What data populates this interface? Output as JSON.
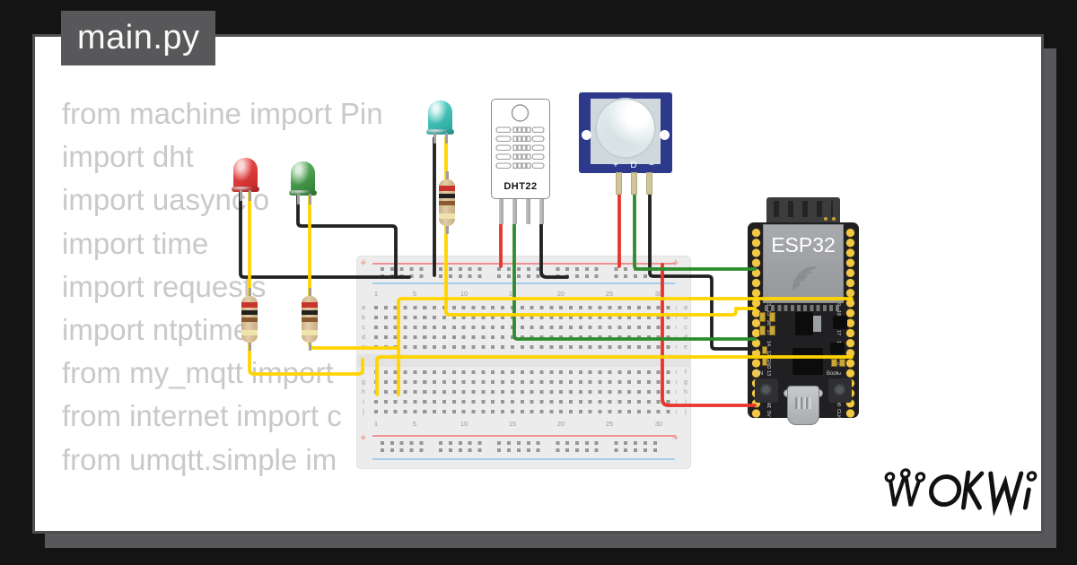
{
  "window": {
    "tab_label": "main.py"
  },
  "code": {
    "lines": [
      "from machine import Pin",
      "import dht",
      "import uasyncio",
      "import time",
      "import requests",
      "import ntptime",
      "from my_mqtt import",
      "from internet import c",
      "from umqtt.simple im"
    ]
  },
  "breadboard": {
    "plus_label": "+",
    "column_numbers": [
      "1",
      "5",
      "10",
      "15",
      "20",
      "25",
      "30"
    ],
    "row_letters_top": [
      "a",
      "b",
      "c",
      "d",
      "e"
    ],
    "row_letters_bottom": [
      "f",
      "g",
      "h",
      "i",
      "j"
    ]
  },
  "components": {
    "dht22": {
      "label": "DHT22"
    },
    "pir": {
      "pin_labels": [
        "+",
        "D",
        "−"
      ]
    },
    "esp32": {
      "label": "ESP32",
      "en_button_label": "EN",
      "boot_button_label": "Boot",
      "left_pin_labels": [
        "3V3",
        "EN",
        "VP",
        "VN",
        "34",
        "35",
        "32",
        "33",
        "25",
        "26",
        "27",
        "14",
        "12",
        "GND",
        "13",
        "D2",
        "D3",
        "CMD",
        "5V"
      ],
      "right_pin_labels": [
        "GND",
        "23",
        "22",
        "TX",
        "RX",
        "21",
        "GND",
        "19",
        "18",
        "5",
        "17",
        "16",
        "4",
        "0",
        "2",
        "15",
        "D1",
        "D0",
        "CLK"
      ]
    },
    "leds": [
      {
        "name": "red-led",
        "color": "#e53935"
      },
      {
        "name": "green-led",
        "color": "#4caf50"
      },
      {
        "name": "cyan-led",
        "color": "#4dd0cf"
      }
    ]
  },
  "logo": {
    "text": "WOKWI"
  },
  "colors": {
    "background": "#141414",
    "card": "#ffffff",
    "shadow_gray": "#58585a",
    "code_text": "#c9c9c9",
    "wire_yellow": "#ffd400",
    "wire_red": "#e8352c",
    "wire_green": "#2e8b2e",
    "wire_black": "#212121",
    "breadboard_body": "#ececec",
    "esp32_pcb": "#202022",
    "pin_gold": "#f4c842",
    "pir_board": "#2d3a8c"
  }
}
